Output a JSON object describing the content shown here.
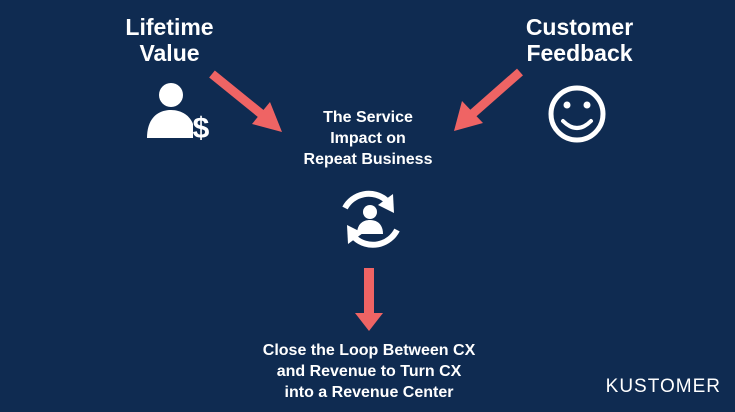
{
  "diagram": {
    "top_left": {
      "line1": "Lifetime",
      "line2": "Value",
      "icon": "person-dollar-icon"
    },
    "top_right": {
      "line1": "Customer",
      "line2": "Feedback",
      "icon": "smiley-face-icon"
    },
    "center": {
      "line1": "The Service",
      "line2": "Impact on",
      "line3": "Repeat Business",
      "icon": "person-cycle-icon"
    },
    "bottom": {
      "line1": "Close the Loop Between CX",
      "line2": "and Revenue to Turn CX",
      "line3": "into a Revenue Center"
    },
    "colors": {
      "background": "#0f2b51",
      "arrow": "#ef6464",
      "text": "#ffffff"
    }
  },
  "brand": {
    "logo_text": "KUSTOMER"
  }
}
